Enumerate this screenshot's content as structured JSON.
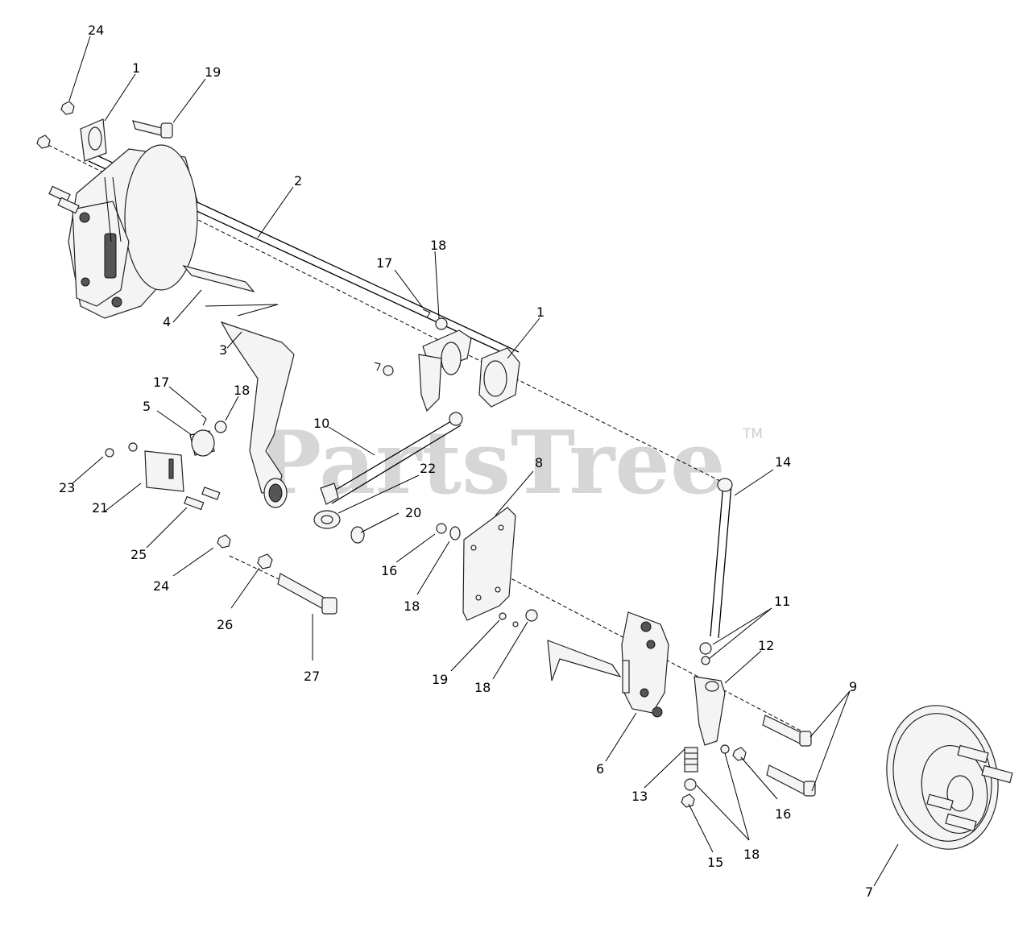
{
  "watermark": {
    "text": "PartsTree",
    "trademark": "TM"
  },
  "callouts": {
    "c24a": "24",
    "c1a": "1",
    "c19a": "19",
    "c2": "2",
    "c18a": "18",
    "c17a": "17",
    "c4": "4",
    "c3": "3",
    "c1b": "1",
    "c17b": "17",
    "c18b": "18",
    "c5": "5",
    "c10": "10",
    "c8": "8",
    "c14": "14",
    "c22": "22",
    "c23": "23",
    "c21": "21",
    "c20": "20",
    "c25": "25",
    "c16a": "16",
    "c24b": "24",
    "c18c": "18",
    "c26": "26",
    "c27": "27",
    "c11": "11",
    "c12": "12",
    "c19b": "19",
    "c18d": "18",
    "c9": "9",
    "c6": "6",
    "c16b": "16",
    "c13": "13",
    "c18e": "18",
    "c15": "15",
    "c7": "7"
  }
}
